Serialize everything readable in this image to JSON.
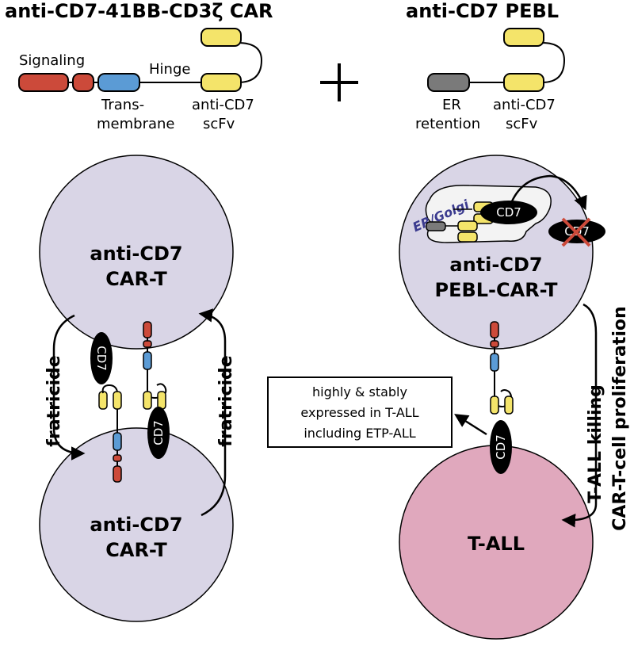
{
  "titles": {
    "car": "anti-CD7-41BB-CD3ζ CAR",
    "pebl": "anti-CD7 PEBL",
    "plus": "+"
  },
  "car_construct": {
    "signaling": "Signaling",
    "hinge": "Hinge",
    "transmembrane_1": "Trans-",
    "transmembrane_2": "membrane",
    "scfv_1": "anti-CD7",
    "scfv_2": "scFv"
  },
  "pebl_construct": {
    "er_1": "ER",
    "er_2": "retention",
    "scfv_1": "anti-CD7",
    "scfv_2": "scFv"
  },
  "cells": {
    "top_left_1": "anti-CD7",
    "top_left_2": "CAR-T",
    "bottom_left_1": "anti-CD7",
    "bottom_left_2": "CAR-T",
    "pebl_1": "anti-CD7",
    "pebl_2": "PEBL-CAR-T",
    "tall": "T-ALL"
  },
  "cd7": {
    "label": "CD7"
  },
  "er_golgi": "ER/Golgi",
  "fratricide": {
    "left": "fratricide",
    "right": "fratricide"
  },
  "outcome": {
    "line1": "T-ALL killing",
    "line2": "CAR-T-cell proliferation"
  },
  "note_box": {
    "line1": "highly & stably",
    "line2": "expressed in T-ALL",
    "line3": "including ETP-ALL"
  },
  "colors": {
    "signaling_red": "#cc4a3a",
    "transmembrane_blue": "#5b9bd5",
    "scfv_yellow": "#f4e46a",
    "er_gray": "#7a7a7a",
    "cell_lavender": "#d9d5e6",
    "tall_pink": "#e0a8bd",
    "er_golgi_text": "#3b3b8f"
  }
}
